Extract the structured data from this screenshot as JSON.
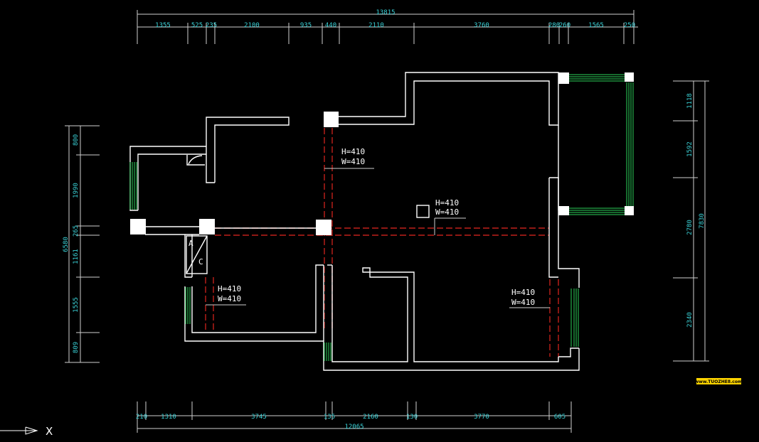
{
  "dimensions": {
    "top_total": "13815",
    "top_segments": [
      "1355",
      "525",
      "235",
      "2100",
      "935",
      "440",
      "2110",
      "3760",
      "280",
      "260",
      "1565",
      "250"
    ],
    "bottom_total": "12065",
    "bottom_segments": [
      "210",
      "1310",
      "3745",
      "135",
      "2160",
      "130",
      "3770",
      "605"
    ],
    "left_total": "6580",
    "left_segments": [
      "800",
      "1990",
      "265",
      "1161",
      "1555",
      "809"
    ],
    "right_total": "7830",
    "right_segments": [
      "1118",
      "1592",
      "2780",
      "2340"
    ]
  },
  "beam_labels": [
    {
      "h": "H=410",
      "w": "W=410"
    },
    {
      "h": "H=410",
      "w": "W=410"
    },
    {
      "h": "H=410",
      "w": "W=410"
    },
    {
      "h": "H=410",
      "w": "W=410"
    }
  ],
  "shaft": {
    "a": "A",
    "c": "C"
  },
  "ucs_axis": "X",
  "watermark": "www.TUOZHE8.com",
  "colors": {
    "background": "#000000",
    "dimension_text": "#3ad1d6",
    "wall": "#ffffff",
    "beam": "#c0201b",
    "window": "#2bd25a",
    "watermark_bg": "#ffd400"
  }
}
